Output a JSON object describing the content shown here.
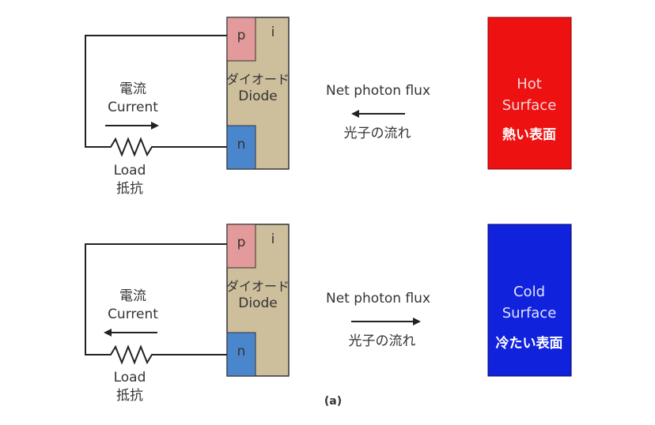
{
  "top_panel": {
    "p_label": "p",
    "i_label": "i",
    "n_label": "n",
    "diode_jp": "ダイオード",
    "diode_en": "Diode",
    "current_jp": "電流",
    "current_en": "Current",
    "load_en": "Load",
    "load_jp": "抵抗",
    "flux_en": "Net photon flux",
    "flux_jp": "光子の流れ",
    "surface_en_line1": "Hot",
    "surface_en_line2": "Surface",
    "surface_jp": "熱い表面",
    "surface_color": "#ee1111"
  },
  "bottom_panel": {
    "p_label": "p",
    "i_label": "i",
    "n_label": "n",
    "diode_jp": "ダイオード",
    "diode_en": "Diode",
    "current_jp": "電流",
    "current_en": "Current",
    "load_en": "Load",
    "load_jp": "抵抗",
    "flux_en": "Net photon flux",
    "flux_jp": "光子の流れ",
    "surface_en_line1": "Cold",
    "surface_en_line2": "Surface",
    "surface_jp": "冷たい表面",
    "surface_color": "#1122dd"
  },
  "caption": "(a)",
  "colors": {
    "diode_body": "#cdbf9c",
    "p_region": "#e39a9a",
    "n_region": "#4a86cc"
  }
}
